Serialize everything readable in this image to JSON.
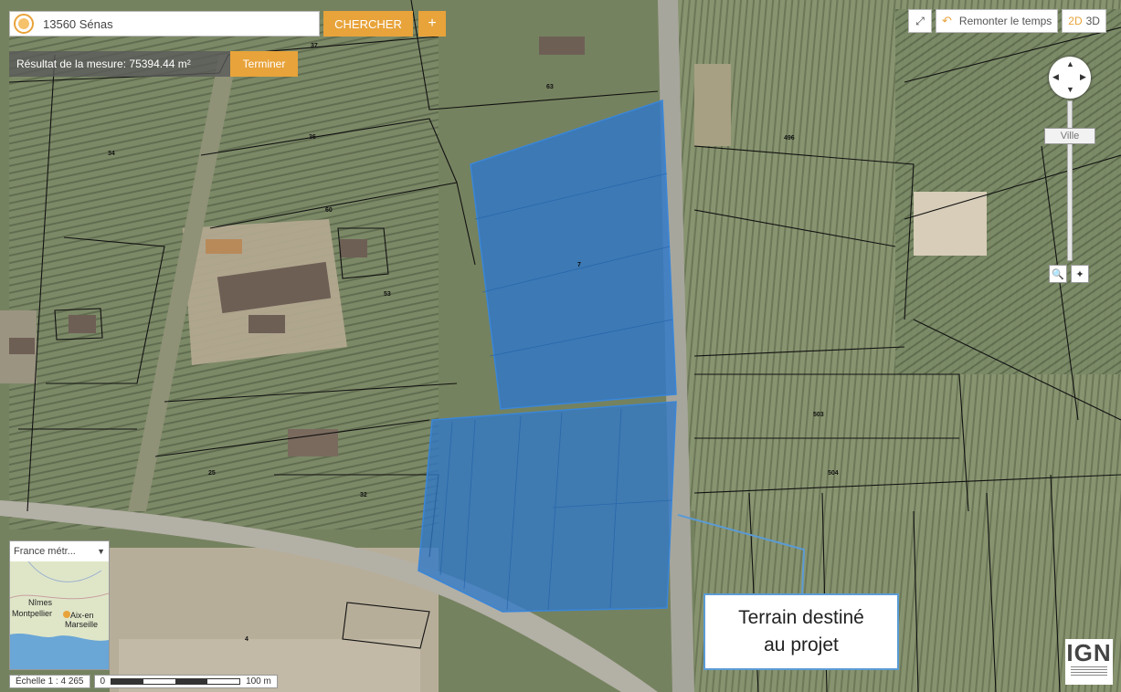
{
  "search": {
    "value": "13560 Sénas",
    "button_label": "CHERCHER",
    "plus_label": "+"
  },
  "measure": {
    "result_text": "Résultat de la mesure: 75394.44 m²",
    "finish_label": "Terminer"
  },
  "top_right": {
    "history_label": "Remonter le temps",
    "mode_2d": "2D",
    "mode_3d": "3D"
  },
  "zoom": {
    "level_label": "Ville"
  },
  "overview": {
    "select_value": "France métr...",
    "cities": [
      "Nîmes",
      "Montpellier",
      "Aix-en",
      "Marseille"
    ]
  },
  "scale": {
    "ratio_text": "Échelle 1 : 4 265",
    "start": "0",
    "end": "100 m"
  },
  "callout": {
    "line1": "Terrain destiné",
    "line2": "au projet"
  },
  "logo": {
    "text": "IGN"
  },
  "parcels": [
    "37",
    "63",
    "34",
    "36",
    "496",
    "60",
    "7",
    "53",
    "503",
    "504",
    "25",
    "32",
    "4"
  ],
  "colors": {
    "accent": "#e8a33a",
    "selection": "#2f78c8",
    "callout_border": "#5b9bd5"
  }
}
